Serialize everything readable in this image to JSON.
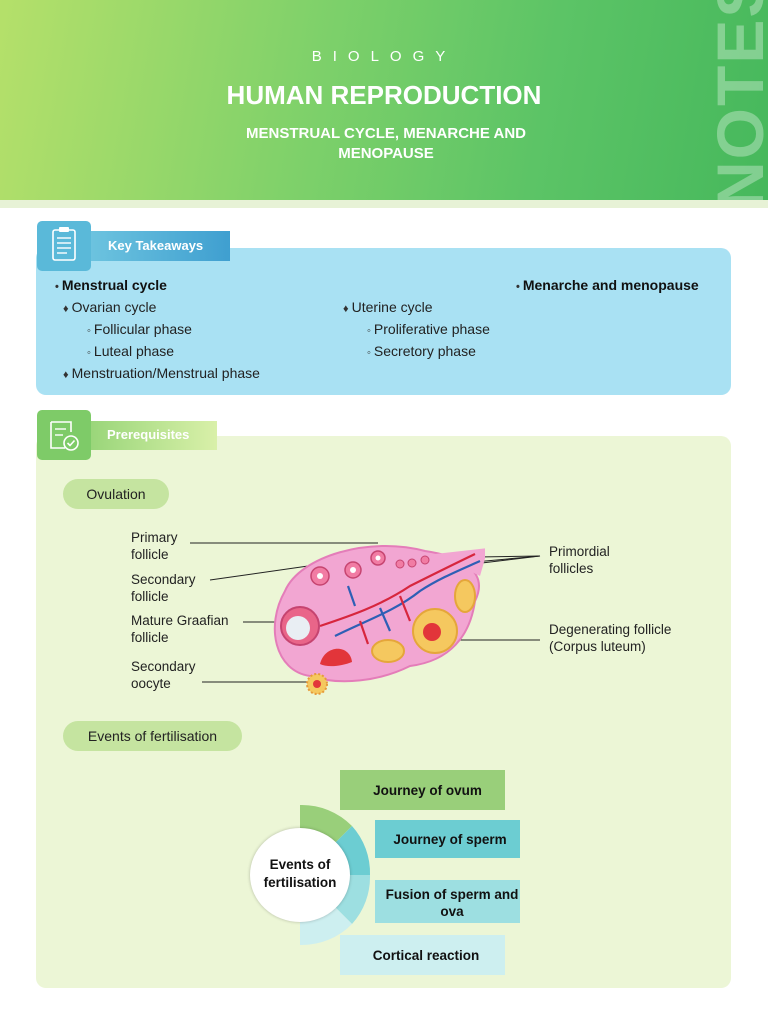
{
  "header": {
    "subject": "BIOLOGY",
    "title": "HUMAN REPRODUCTION",
    "subtitle": "MENSTRUAL CYCLE, MENARCHE AND MENOPAUSE",
    "watermark": "NOTES"
  },
  "key_takeaways": {
    "label": "Key Takeaways",
    "items": [
      {
        "text": "Menstrual cycle",
        "level": 1
      },
      {
        "text": "Ovarian cycle",
        "level": 2
      },
      {
        "text": "Follicular phase",
        "level": 3
      },
      {
        "text": "Luteal phase",
        "level": 3
      },
      {
        "text": "Menstruation/Menstrual phase",
        "level": 2
      },
      {
        "text": "Uterine cycle",
        "level": 2
      },
      {
        "text": "Proliferative phase",
        "level": 3
      },
      {
        "text": "Secretory phase",
        "level": 3
      },
      {
        "text": "Menarche and menopause",
        "level": 1
      }
    ]
  },
  "prerequisites": {
    "label": "Prerequisites",
    "ovulation": {
      "label": "Ovulation",
      "labels": {
        "primary_follicle": "Primary follicle",
        "secondary_follicle": "Secondary follicle",
        "mature_graafian_follicle": "Mature Graafian follicle",
        "secondary_oocyte": "Secondary oocyte",
        "primordial_follicles": "Primordial follicles",
        "degenerating_follicle": "Degenerating follicle (Corpus luteum)"
      }
    },
    "fertilisation": {
      "label": "Events of fertilisation",
      "center": "Events of fertilisation",
      "events": [
        "Journey of ovum",
        "Journey of sperm",
        "Fusion of sperm and ova",
        "Cortical reaction"
      ]
    }
  },
  "colors": {
    "key_box": "#a9e1f3",
    "key_tab": "#3f9fd0",
    "prereq_box": "#ecf6d6",
    "pill": "#c5e4a0",
    "event_1": "#99cf7a",
    "event_2": "#6ccdd2",
    "event_3": "#9ddfe1",
    "event_4": "#cdeff0"
  }
}
